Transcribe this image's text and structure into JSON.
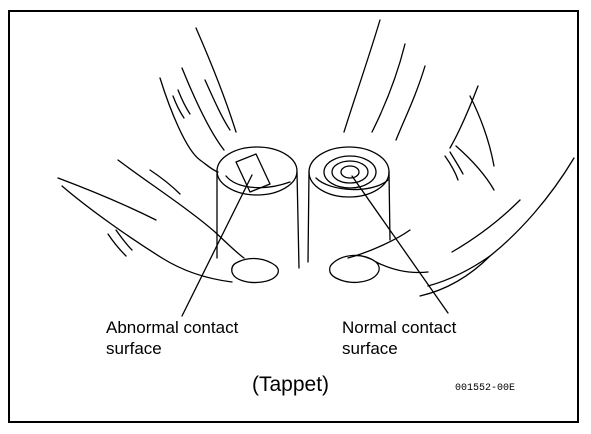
{
  "labels": {
    "abnormal_line1": "Abnormal contact",
    "abnormal_line2": "surface",
    "normal_line1": "Normal contact",
    "normal_line2": "surface"
  },
  "caption": "(Tappet)",
  "figure_code": "001552-00E",
  "icons": {
    "left_hand": "hand-holding-tappet-illustration",
    "right_hand": "hand-holding-tappet-illustration"
  }
}
